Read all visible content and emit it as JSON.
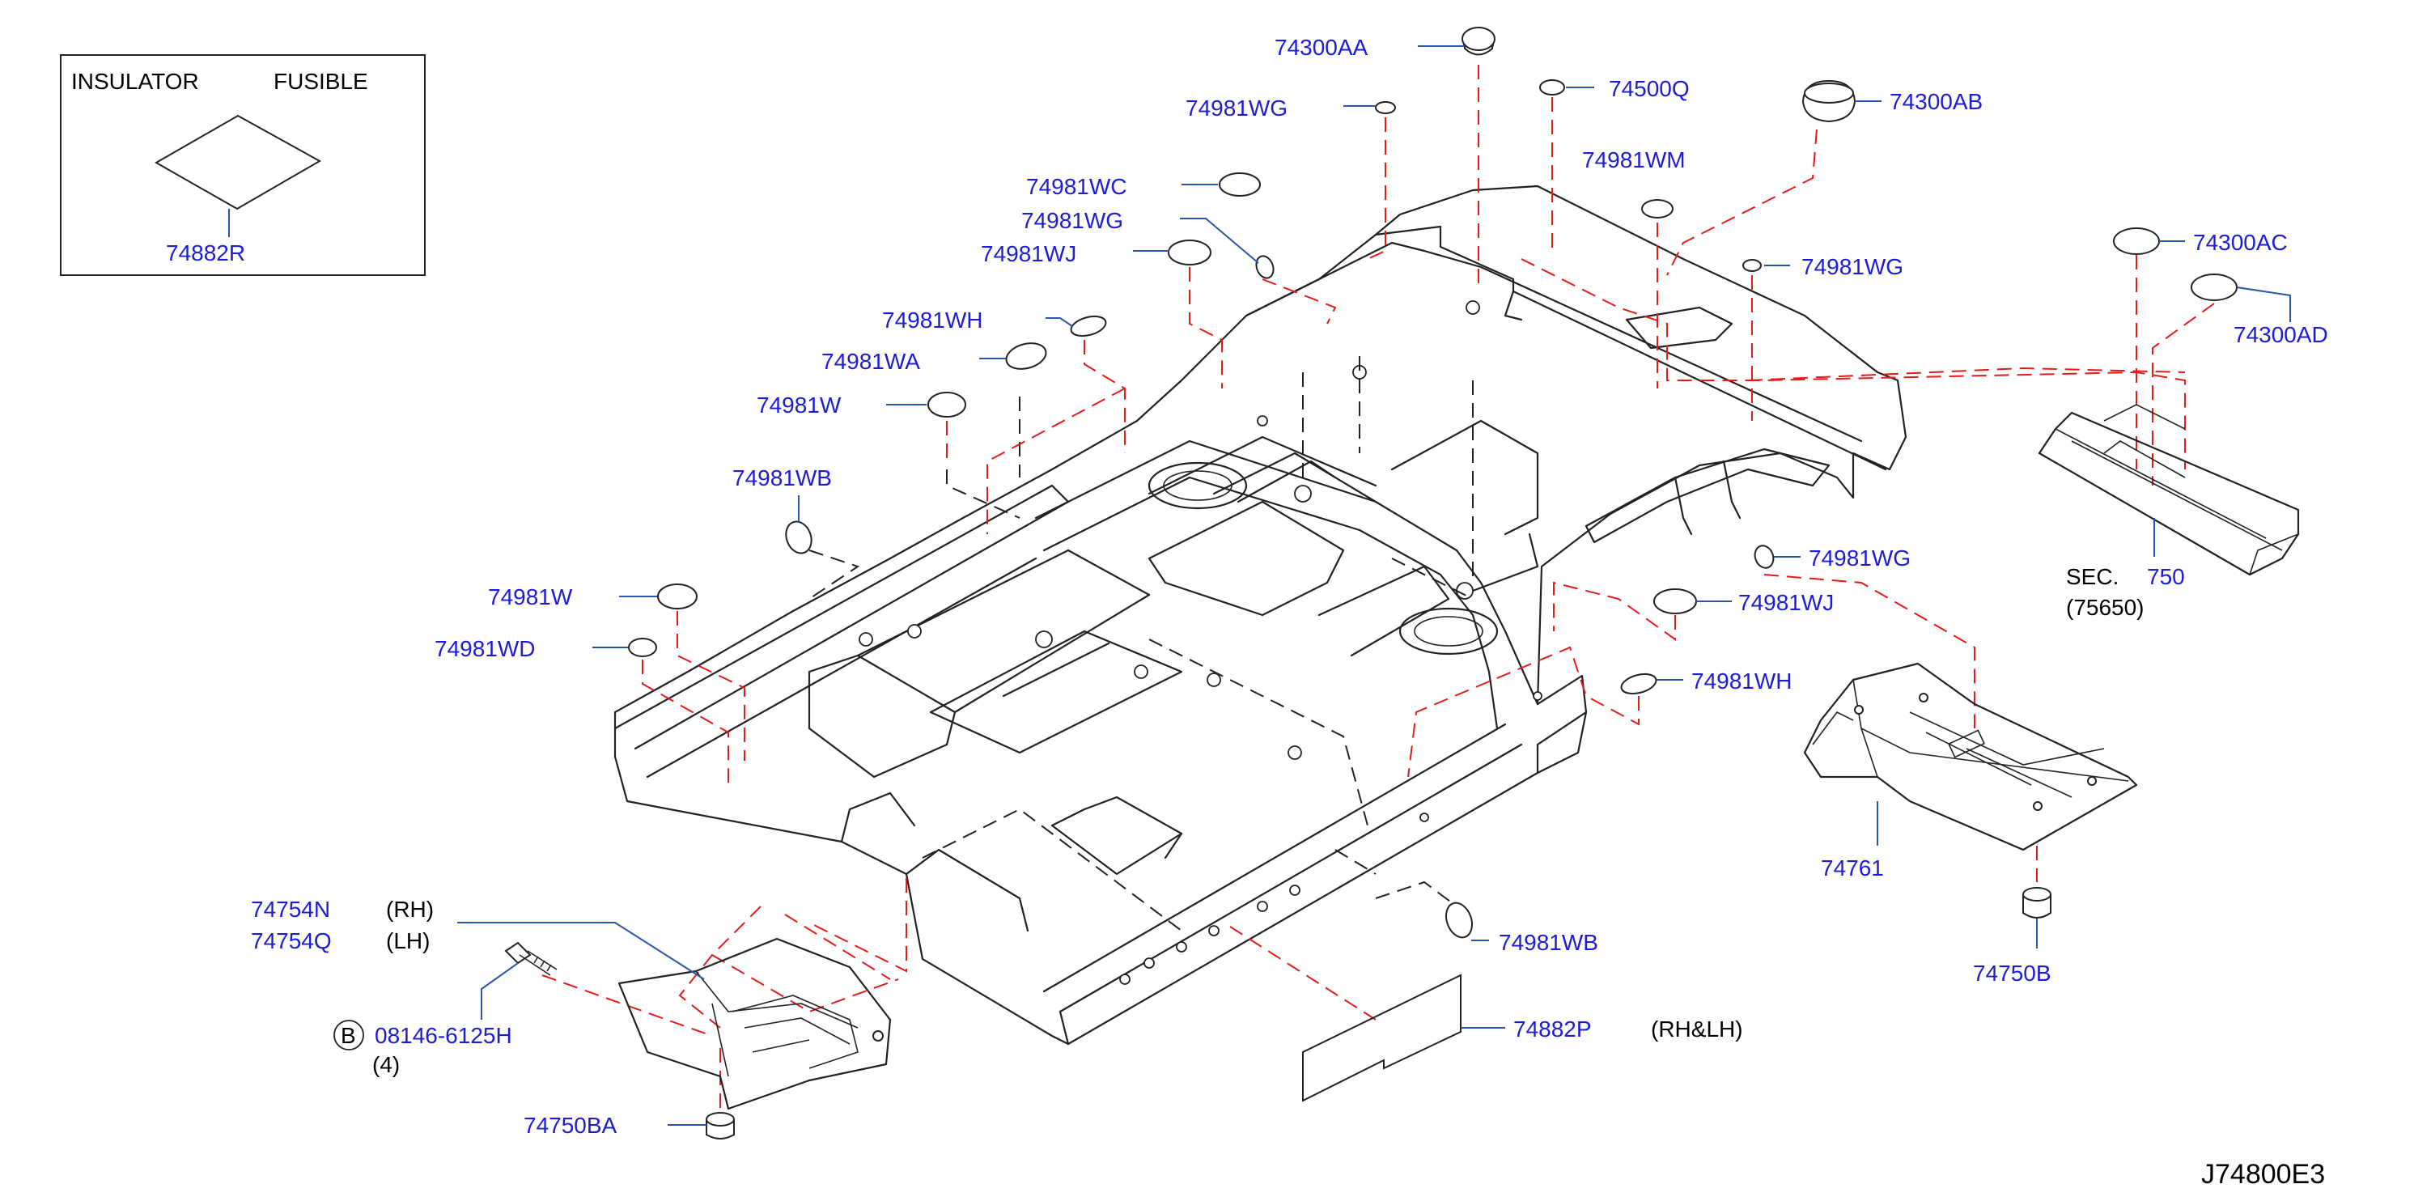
{
  "colors": {
    "part_label": "#1c1cd6",
    "note_text": "#000000",
    "leader_line": "#2a55a8",
    "assembly_dash": "#e41b1b",
    "outline": "#222222"
  },
  "legend": {
    "insulator_label": "INSULATOR",
    "fusible_label": "FUSIBLE",
    "part_number": "74882R"
  },
  "parts": {
    "p74300AA": "74300AA",
    "p74500Q": "74500Q",
    "p74300AB": "74300AB",
    "p74981WG_top": "74981WG",
    "p74981WM": "74981WM",
    "p74981WC": "74981WC",
    "p74981WG_mid": "74981WG",
    "p74981WJ_left": "74981WJ",
    "p74981WG_right": "74981WG",
    "p74981WH_left": "74981WH",
    "p74981WA": "74981WA",
    "p74981W_upper": "74981W",
    "p74981WB_left": "74981WB",
    "p74981W_lower": "74981W",
    "p74981WD": "74981WD",
    "p74300AC": "74300AC",
    "p74300AD": "74300AD",
    "p74981WG_lower": "74981WG",
    "p74981WJ_right": "74981WJ",
    "p74981WH_right": "74981WH",
    "p74761": "74761",
    "p74750B": "74750B",
    "p74754N": "74754N",
    "p74754Q": "74754Q",
    "p08146": "08146-6125H",
    "p74750BA": "74750BA",
    "p74981WB_bottom": "74981WB",
    "p74882P": "74882P"
  },
  "notes": {
    "rh": "(RH)",
    "lh": "(LH)",
    "rh_lh": "(RH&LH)",
    "qty": "(4)",
    "bolt_marker": "B",
    "sec_prefix": "SEC.",
    "sec_number": "750",
    "sec_sub": "(75650)"
  },
  "drawing_code": "J74800E3"
}
